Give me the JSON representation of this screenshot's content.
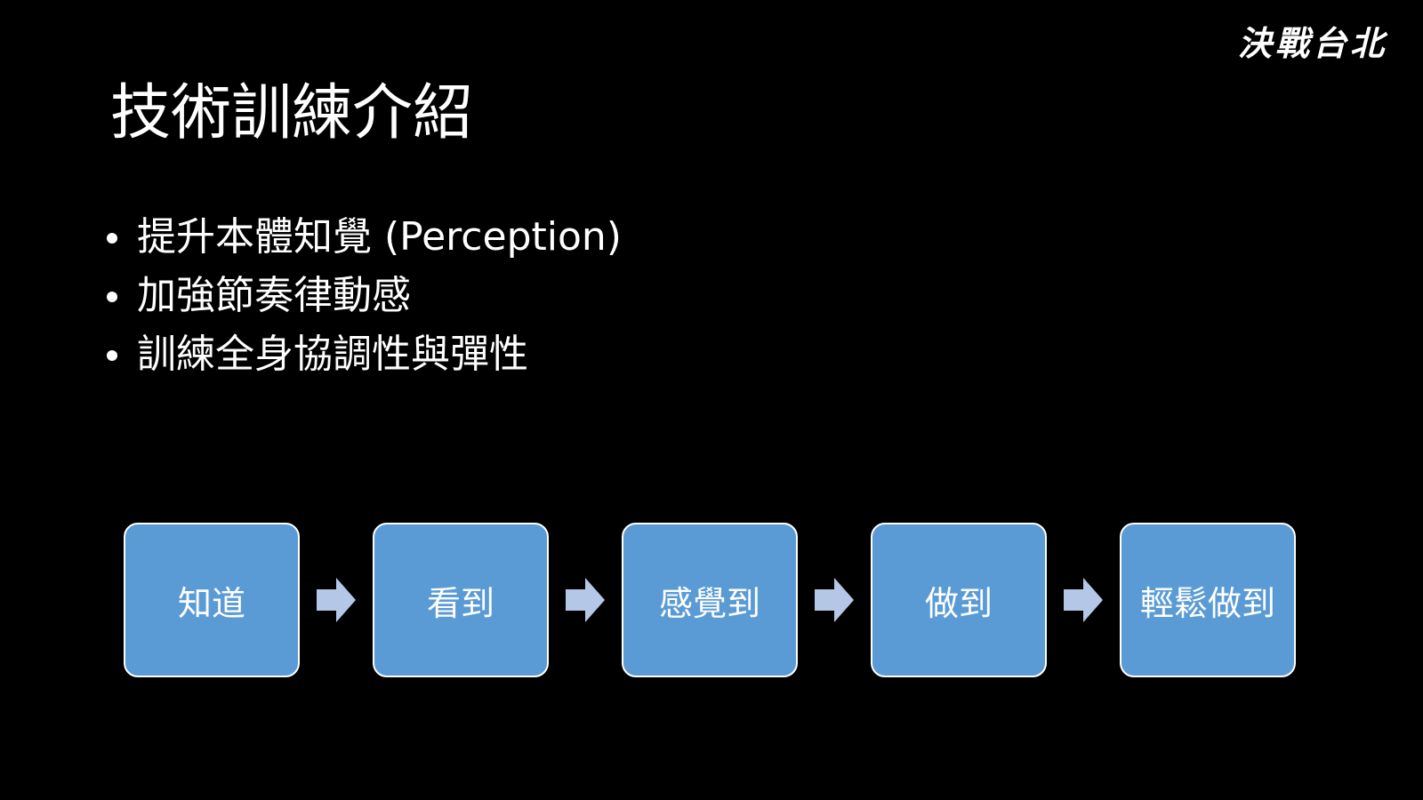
{
  "brand": "決戰台北",
  "slide": {
    "title": "技術訓練介紹",
    "bullets": [
      "提升本體知覺 (Perception)",
      "加強節奏律動感",
      "訓練全身協調性與彈性"
    ]
  },
  "flow": {
    "steps": [
      "知道",
      "看到",
      "感覺到",
      "做到",
      "輕鬆做到"
    ],
    "box_color": "#5b9bd5",
    "arrow_color": "#b4c7e7",
    "arrow_icon": "arrow-right-icon"
  }
}
